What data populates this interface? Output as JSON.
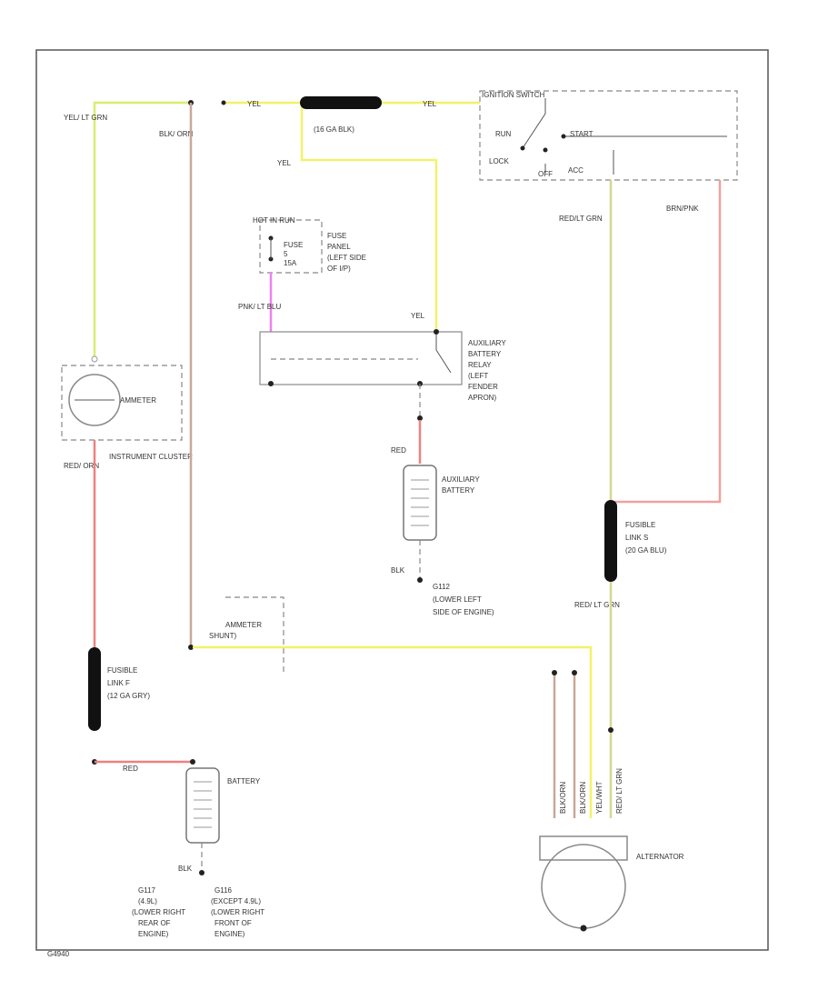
{
  "colors": {
    "yel_lt_grn": "#d8ee70",
    "yel": "#f2f26a",
    "blk_orn": "#c8a898",
    "red_orn": "#f08080",
    "pnk": "#f080f0",
    "red": "#f08080",
    "red_lt_grn": "#d4d890",
    "brn_pnk": "#f0a0a0",
    "yel_fusible_dark": "#111111",
    "border": "#555555"
  },
  "labels": {
    "yel_lt_grn": "YEL/ LT GRN",
    "blk_orn": "BLK/ ORN",
    "yel_1": "YEL",
    "yel_2": "YEL",
    "yel_3": "YEL",
    "yel_4": "YEL",
    "fusible_16ga": "(16 GA BLK)",
    "ignition_switch": "IGNITION SWITCH",
    "run": "RUN",
    "start": "START",
    "lock": "LOCK",
    "off": "OFF",
    "acc": "ACC",
    "red_lt_grn": "RED/LT GRN",
    "brn_pnk": "BRN/PNK",
    "hot_in_run": "HOT IN RUN",
    "fuse": "FUSE",
    "fuse_num": "5",
    "fuse_amp": "15A",
    "fuse_panel_1": "FUSE",
    "fuse_panel_2": "PANEL",
    "fuse_panel_3": "(LEFT SIDE",
    "fuse_panel_4": "OF I/P)",
    "pnk_lt_blu": "PNK/ LT BLU",
    "aux_relay_1": "AUXILIARY",
    "aux_relay_2": "BATTERY",
    "aux_relay_3": "RELAY",
    "aux_relay_4": "(LEFT",
    "aux_relay_5": "FENDER",
    "aux_relay_6": "APRON)",
    "ammeter": "AMMETER",
    "instrument_cluster": "INSTRUMENT CLUSTER",
    "red_orn": "RED/ ORN",
    "red_1": "RED",
    "aux_batt_1": "AUXILIARY",
    "aux_batt_2": "BATTERY",
    "blk_1": "BLK",
    "g112_1": "G112",
    "g112_2": "(LOWER LEFT",
    "g112_3": "SIDE OF ENGINE)",
    "fusible_s_1": "FUSIBLE",
    "fusible_s_2": "LINK S",
    "fusible_s_3": "(20 GA BLU)",
    "red_lt_grn_2": "RED/ LT GRN",
    "ammeter_shunt_1": "AMMETER",
    "ammeter_shunt_2": "SHUNT)",
    "fusible_f_1": "FUSIBLE",
    "fusible_f_2": "LINK F",
    "fusible_f_3": "(12 GA GRY)",
    "red_2": "RED",
    "battery": "BATTERY",
    "blk_2": "BLK",
    "g117_1": "G117",
    "g117_2": "(4.9L)",
    "g117_3": "(LOWER RIGHT",
    "g117_4": "REAR OF",
    "g117_5": "ENGINE)",
    "g116_1": "G116",
    "g116_2": "(EXCEPT 4.9L)",
    "g116_3": "(LOWER RIGHT",
    "g116_4": "FRONT OF",
    "g116_5": "ENGINE)",
    "alt_w1": "BLK/ORN",
    "alt_w2": "BLK/ORN",
    "alt_w3": "YEL/WHT",
    "alt_w4": "RED/ LT GRN",
    "alternator": "ALTERNATOR",
    "code": "G4940"
  }
}
